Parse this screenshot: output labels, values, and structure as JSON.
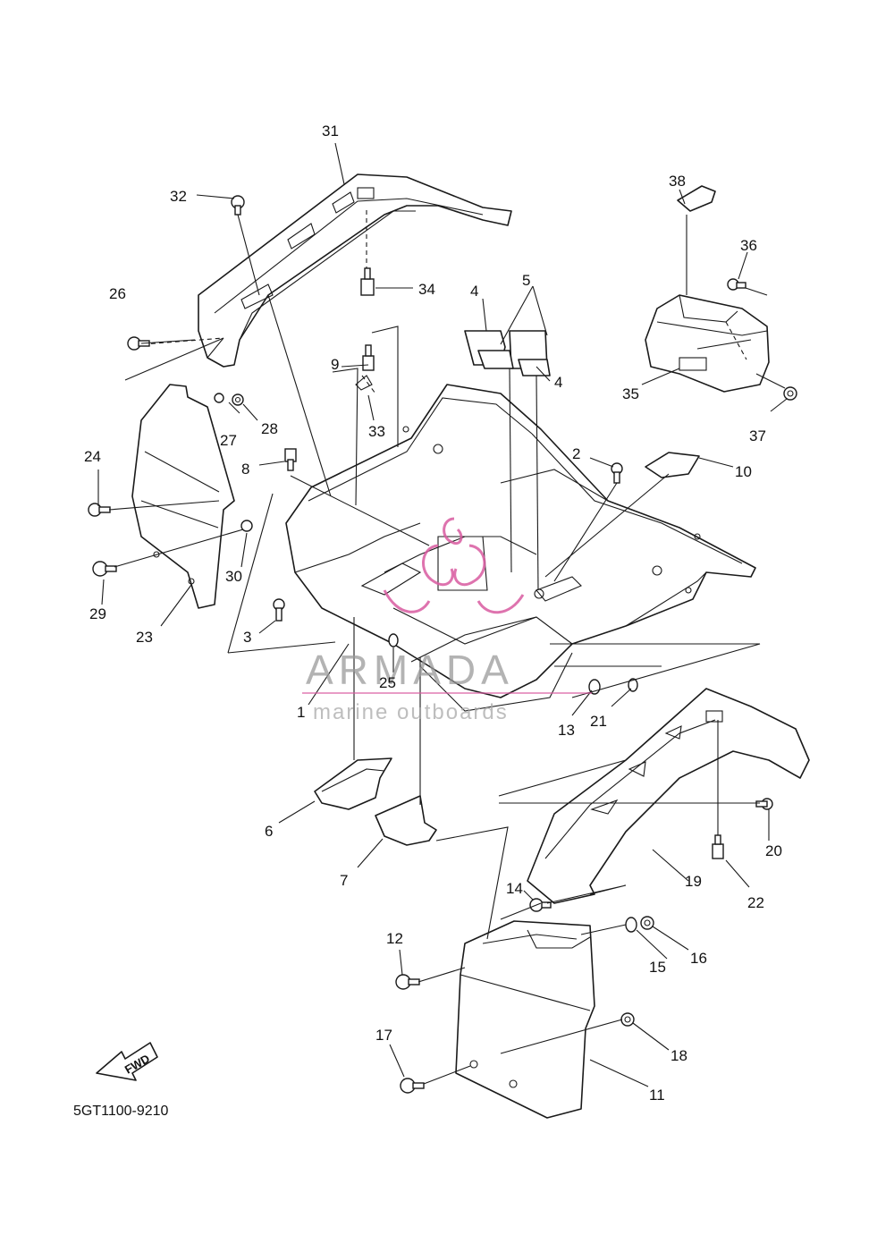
{
  "diagram": {
    "drawing_code": "5GT1100-9210",
    "direction_mark": "FWD",
    "watermark": {
      "brand": "ARMADA",
      "tagline": "marine outboards",
      "logo_color": "#d85aa0"
    },
    "part_numbers": [
      "1",
      "2",
      "3",
      "4",
      "4",
      "5",
      "6",
      "7",
      "8",
      "9",
      "10",
      "11",
      "12",
      "13",
      "14",
      "15",
      "16",
      "17",
      "18",
      "19",
      "20",
      "21",
      "22",
      "23",
      "24",
      "25",
      "26",
      "27",
      "28",
      "29",
      "30",
      "31",
      "32",
      "33",
      "34",
      "35",
      "36",
      "37",
      "38"
    ]
  }
}
